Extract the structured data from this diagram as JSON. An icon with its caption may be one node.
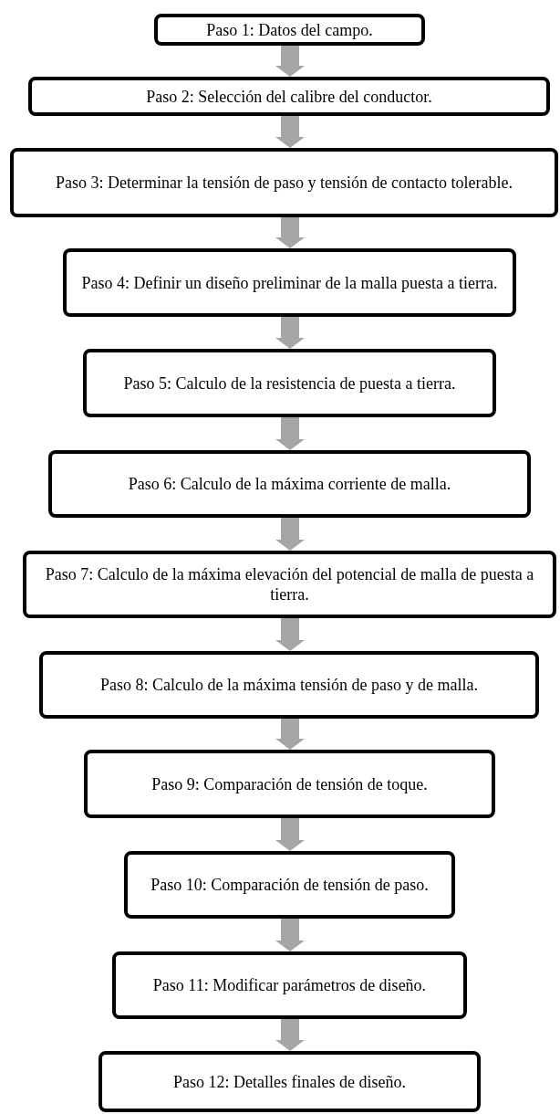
{
  "diagram": {
    "nodes": [
      {
        "text": [
          "Paso 1: Datos del campo."
        ]
      },
      {
        "text": [
          "Paso 2: Selección del calibre del conductor."
        ]
      },
      {
        "text": [
          "Paso 3: Determinar la tensión de paso y tensión de contacto tolerable."
        ]
      },
      {
        "text": [
          "Paso 4: Definir un diseño preliminar de la malla puesta a tierra."
        ]
      },
      {
        "text": [
          "Paso 5: Calculo de la resistencia de puesta a tierra."
        ]
      },
      {
        "text": [
          "Paso 6: Calculo de la máxima corriente de malla."
        ]
      },
      {
        "text": [
          "Paso 7: Calculo de la máxima elevación del potencial de malla de puesta a tierra."
        ]
      },
      {
        "text": [
          "Paso 8: Calculo de la máxima tensión de paso y de malla."
        ]
      },
      {
        "text": [
          "Paso 9: Comparación de tensión de toque."
        ]
      },
      {
        "text": [
          "Paso 10: Comparación de tensión de paso."
        ]
      },
      {
        "text": [
          "Paso 11: Modificar parámetros de diseño."
        ]
      },
      {
        "text": [
          "Paso 12: Detalles finales de diseño."
        ]
      }
    ],
    "edges": [
      {
        "from": 0,
        "to": 1,
        "arrow": "to"
      },
      {
        "from": 1,
        "to": 2,
        "arrow": "to"
      },
      {
        "from": 2,
        "to": 3,
        "arrow": "to"
      },
      {
        "from": 3,
        "to": 4,
        "arrow": "to"
      },
      {
        "from": 4,
        "to": 5,
        "arrow": "to"
      },
      {
        "from": 5,
        "to": 6,
        "arrow": "to"
      },
      {
        "from": 6,
        "to": 7,
        "arrow": "to"
      },
      {
        "from": 7,
        "to": 8,
        "arrow": "to"
      },
      {
        "from": 8,
        "to": 9,
        "arrow": "to"
      },
      {
        "from": 9,
        "to": 10,
        "arrow": "to"
      },
      {
        "from": 10,
        "to": 11,
        "arrow": "to"
      }
    ]
  }
}
